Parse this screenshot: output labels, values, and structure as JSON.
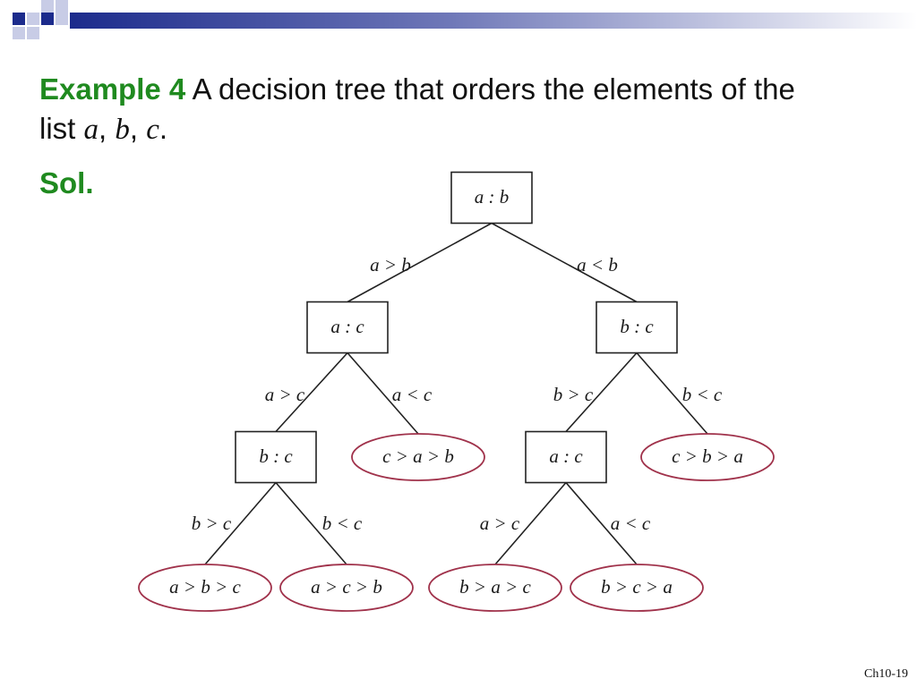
{
  "slide": {
    "title_label": "Example 4",
    "title_text": " A decision tree that orders the elements of the",
    "title_line2_prefix": "list ",
    "title_vars": [
      "a",
      "b",
      "c"
    ],
    "title_sep": ", ",
    "title_end": ".",
    "sol_label": "Sol.",
    "page_number": "Ch10-19"
  },
  "colors": {
    "accent_green": "#1f8a1f",
    "leaf_outline": "#a0324b",
    "band_navy": "#1c2b8c",
    "band_lavender": "#c8cce6"
  },
  "tree": {
    "nodes": [
      {
        "id": "n0",
        "label": "a : b",
        "kind": "comparison"
      },
      {
        "id": "n1",
        "label": "a : c",
        "kind": "comparison"
      },
      {
        "id": "n2",
        "label": "b : c",
        "kind": "comparison"
      },
      {
        "id": "n3",
        "label": "b : c",
        "kind": "comparison"
      },
      {
        "id": "n4",
        "label": "c > a > b",
        "kind": "outcome"
      },
      {
        "id": "n5",
        "label": "a : c",
        "kind": "comparison"
      },
      {
        "id": "n6",
        "label": "c > b > a",
        "kind": "outcome"
      },
      {
        "id": "n7",
        "label": "a > b > c",
        "kind": "outcome"
      },
      {
        "id": "n8",
        "label": "a > c > b",
        "kind": "outcome"
      },
      {
        "id": "n9",
        "label": "b > a > c",
        "kind": "outcome"
      },
      {
        "id": "n10",
        "label": "b > c > a",
        "kind": "outcome"
      }
    ],
    "edges": [
      {
        "from": "n0",
        "to": "n1",
        "label": "a > b"
      },
      {
        "from": "n0",
        "to": "n2",
        "label": "a < b"
      },
      {
        "from": "n1",
        "to": "n3",
        "label": "a > c"
      },
      {
        "from": "n1",
        "to": "n4",
        "label": "a < c"
      },
      {
        "from": "n2",
        "to": "n5",
        "label": "b > c"
      },
      {
        "from": "n2",
        "to": "n6",
        "label": "b < c"
      },
      {
        "from": "n3",
        "to": "n7",
        "label": "b > c"
      },
      {
        "from": "n3",
        "to": "n8",
        "label": "b < c"
      },
      {
        "from": "n5",
        "to": "n9",
        "label": "a > c"
      },
      {
        "from": "n5",
        "to": "n10",
        "label": "a < c"
      }
    ]
  }
}
